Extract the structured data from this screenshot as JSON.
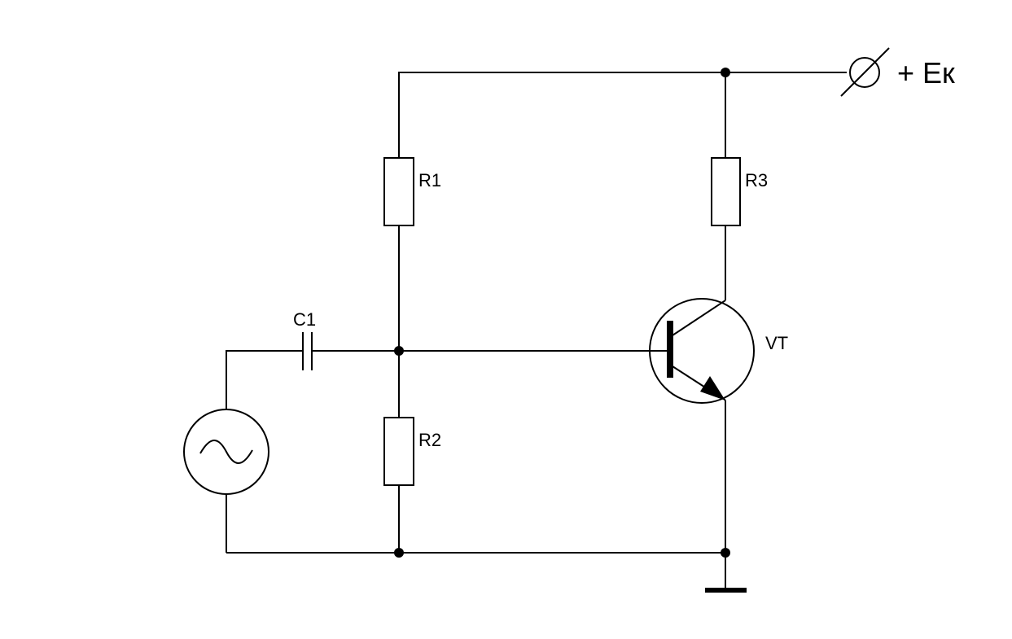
{
  "labels": {
    "r1": "R1",
    "r2": "R2",
    "r3": "R3",
    "c1": "C1",
    "vt": "VT",
    "supply": "+ Eк"
  },
  "colors": {
    "ink": "#000000",
    "background": "#ffffff"
  }
}
